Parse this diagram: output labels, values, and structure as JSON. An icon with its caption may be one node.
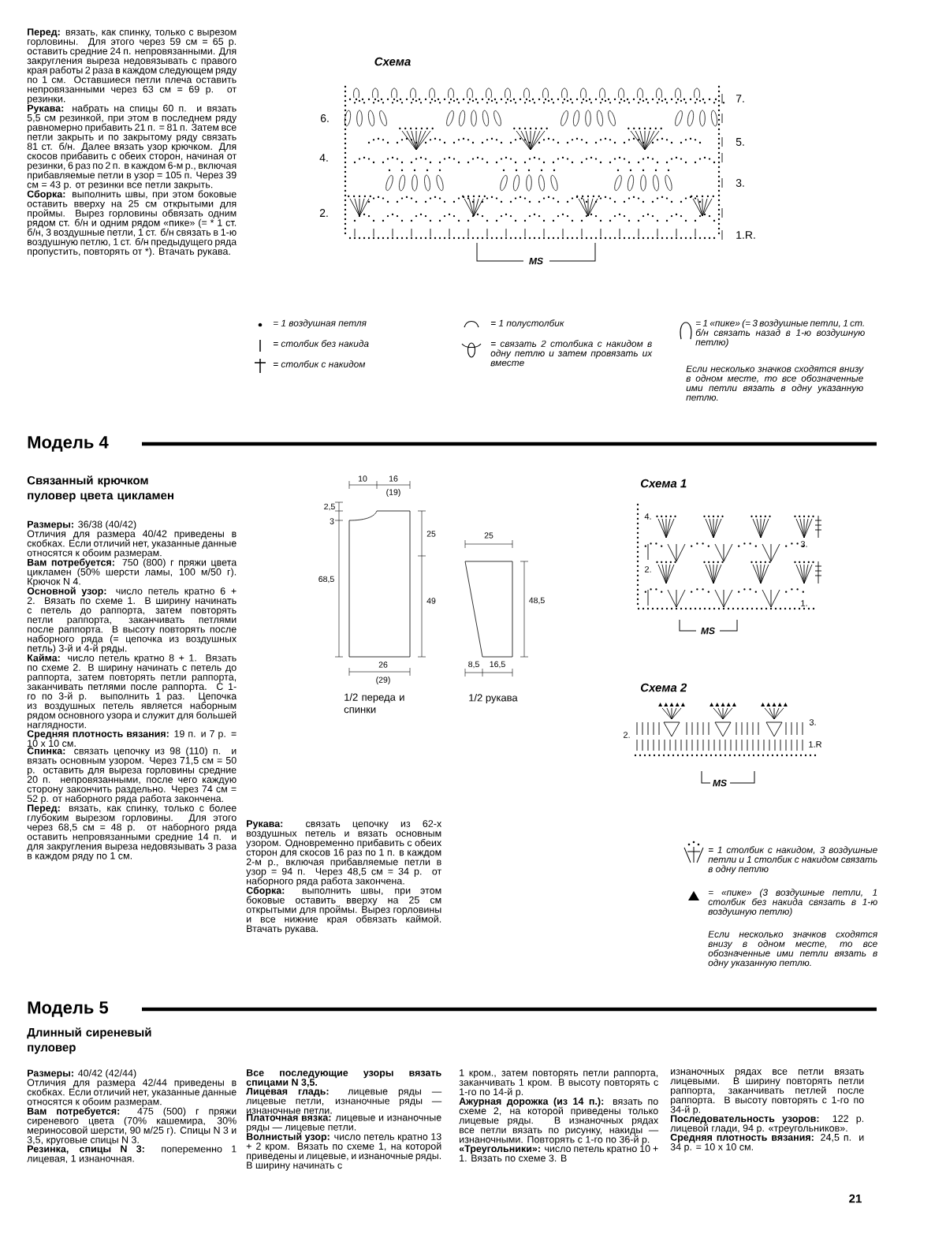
{
  "diagram": {
    "labels": [
      "**Перед:** вязать, как спинку, только с вырезом горловины. Для этого через 59 см = 65 р. оставить средние 24 п. непровязанными. Для закругления выреза недовязывать с правого края работы 2 раза в каждом следующем ряду по 1 см. Оставшиеся петли плеча оставить непровязанными через 63 см = 69 р. от резинки.",
      "**Рукава:** набрать на спицы 60 п. и вязать 5,5 см резинкой, при этом в последнем ряду равномерно прибавить 21 п. = 81 п. Затем все петли закрыть и по закрытому ряду связать 81 ст. б/н. Далее вязать узор крючком. Для скосов прибавить с обеих сторон, начиная от резинки, 6 раз по 2 п. в каждом 6-м р., включая прибавляемые петли в узор = 105 п. Через 39 см = 43 р. от резинки все петли закрыть.",
      "**Сборка:** выполнить швы, при этом боковые оставить вверху на 25 см открытыми для проймы. Вырез горловины обвязать одним рядом ст. б/н и одним рядом «пике» (= * 1 ст. б/н, 3 воздушные петли, 1 ст. б/н связать в 1-ю воздушную петлю, 1 ст. б/н предыдущего ряда пропустить, повторять от *). Втачать рукава.",
      "Схема",
      "7.",
      "6.",
      "5.",
      "4.",
      "3.",
      "2.",
      "1.R.",
      "MS",
      "Если несколько значков сходятся внизу в одном месте, то все обозначенные ими петли вязать в одну указанную петлю.",
      "Модель 4",
      "Связанный крючком пуловер цвета цикламен",
      "**Размеры:** 36/38 (40/42)",
      "Отличия для размера 40/42 приведены в скобках. Если отличий нет, указанные данные относятся к обоим размерам.",
      "**Вам потребуется:** 750 (800) г пряжи цвета цикламен (50% шерсти ламы, 100 м/50 г). Крючок N 4.",
      "**Основной узор:** число петель кратно 6 + 2. Вязать по схеме 1. В ширину начинать с петель до раппорта, затем повторять петли раппорта, заканчивать петлями после раппорта. В высоту повторять после наборного ряда (= цепочка из воздушных петль) 3-й и 4-й ряды.",
      "**Кайма:** число петель кратно 8 + 1. Вязать по схеме 2. В ширину начинать с петель до раппорта, затем повторять петли раппорта, заканчивать петлями после раппорта. С 1-го по 3-й р. выполнить 1 раз. Цепочка из воздушных петель является наборным рядом основного узора и служит для большей наглядности.",
      "**Средняя плотность вязания:** 19 п. и 7 р. = 10 х 10 см.",
      "**Спинка:** связать цепочку из 98 (110) п. и вязать основным узором. Через 71,5 см = 50 р. оставить для выреза горловины средние 20 п. непровязанными, после чего каждую сторону закончить раздельно. Через 74 см = 52 р. от наборного ряда работа закончена.",
      "**Перед:** вязать, как спинку, только с более глубоким вырезом горловины. Для этого через 68,5 см = 48 р. от наборного ряда оставить непровязанными средние 14 п. и для закругления выреза недовязывать 3 раза в каждом ряду по 1 см.",
      "10",
      "16",
      "(19)",
      "2,5",
      "3",
      "25",
      "68,5",
      "49",
      "26",
      "(29)",
      "1/2 переда и спинки",
      "25",
      "48,5",
      "8,5",
      "16,5",
      "1/2 рукава",
      "Схема 1",
      "4.",
      "3.",
      "2.",
      "1.",
      "MS",
      "Схема 2",
      "2.",
      "3.",
      "1.R",
      "MS",
      "**Рукава:** связать цепочку из 62-х воздушных петель и вязать основным узором. Одновременно прибавить с обеих сторон для скосов 16 раз по 1 п. в каждом 2-м р., включая прибавляемые петли в узор = 94 п. Через 48,5 см = 34 р. от наборного ряда работа закончена.",
      "**Сборка:** выполнить швы, при этом боковые оставить вверху на 25 см открытыми для проймы. Вырез горловины и все нижние края обвязать каймой. Втачать рукава.",
      "Если несколько значков сходятся внизу в одном месте, то все обозначенные ими петли вязать в одну указанную петлю.",
      "Модель 5",
      "Длинный сиреневый пуловер",
      "**Размеры:** 40/42 (42/44)",
      "Отличия для размера 42/44 приведены в скобках. Если отличий нет, указанные данные относятся к обоим размерам.",
      "**Вам потребуется:** 475 (500) г пряжи сиреневого цвета (70% кашемира, 30% мериносовой шерсти, 90 м/25 г). Спицы N 3 и 3,5, круговые спицы N 3.",
      "**Резинка, спицы N 3:** попеременно 1 лицевая, 1 изнаночная.",
      "Все последующие узоры вязать спицами N 3,5.",
      "**Лицевая гладь:** лицевые ряды — лицевые петли, изнаночные ряды — изнаночные петли.",
      "**Платочная вязка:** лицевые и изнаночные ряды — лицевые петли.",
      "**Волнистый узор:** число петель кратно 13 + 2 кром. Вязать по схеме 1, на которой приведены и лицевые, и изнаночные ряды. В ширину начинать с",
      "1 кром., затем повторять петли раппорта, заканчивать 1 кром. В высоту повторять с 1-го по 14-й р.",
      "**Ажурная дорожка (из 14 п.):** вязать по схеме 2, на которой приведены только лицевые ряды. В изнаночных рядах все петли вязать по рисунку, накиды — изнаночными. Повторять с 1-го по 36-й р.",
      "**«Треугольники»:** число петель кратно 10 + 1. Вязать по схеме 3. В",
      "изнаночных рядах все петли вязать лицевыми. В ширину повторять петли раппорта, заканчивать петлей после раппорта. В высоту повторять с 1-го по 34-й р.",
      "**Последовательность узоров:** 122 р. лицевой глади, 94 р. «треугольников».",
      "**Средняя плотность вязания:** 24,5 п. и 34 р. = 10 х 10 см.",
      "21"
    ],
    "legend": [
      {
        "text": "= 1 воздушная петля"
      },
      {
        "text": "= столбик без накида"
      },
      {
        "text": "= столбик с накидом"
      },
      {
        "text": "= 1 полустолбик"
      },
      {
        "text": "= связать 2 столбика с накидом в одну петлю и затем провязать их вместе"
      },
      {
        "text": "= 1 «пике» (= 3 воздушные петли, 1 ст. б/н связать назад в 1-ю воздушную петлю)"
      },
      {
        "text": "= 1 столбик с накидом, 3 воздушные петли и 1 столбик с накидом связать в одну петлю"
      },
      {
        "text": "= «пике» (3 воздушные петли, 1 столбик без накида связать в 1-ю воздушную петлю)"
      }
    ]
  }
}
